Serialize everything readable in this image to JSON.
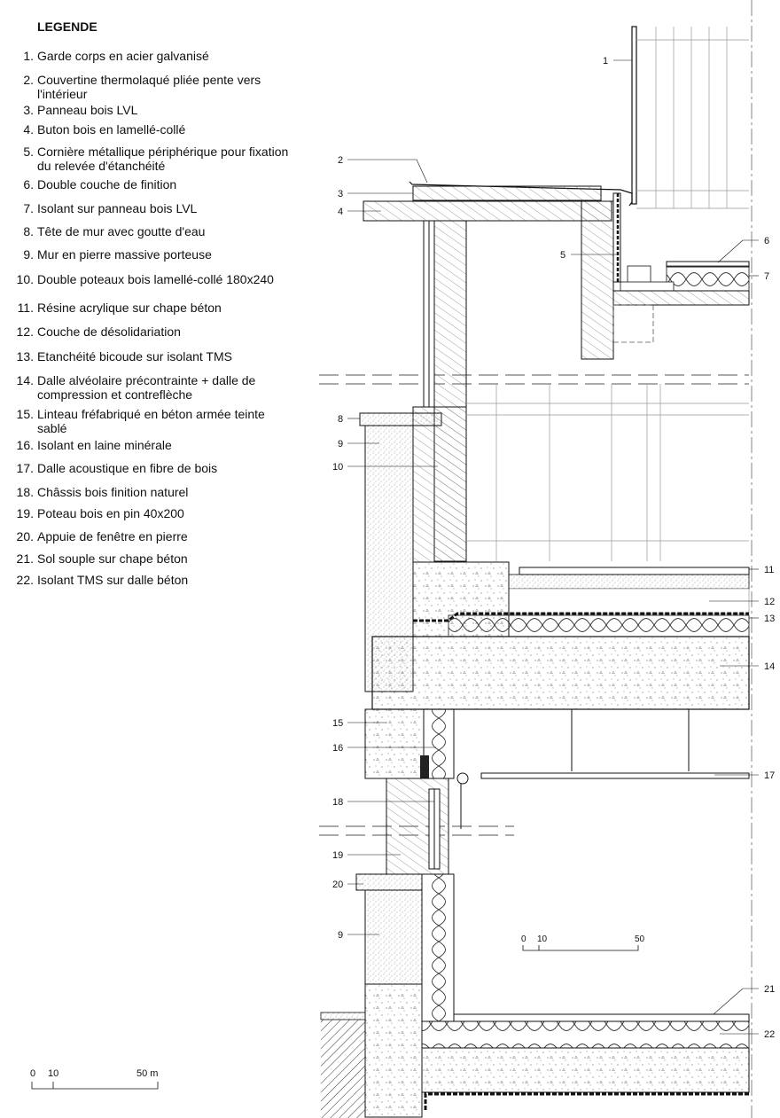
{
  "legend": {
    "title": "LEGENDE",
    "items": [
      {
        "n": "1.",
        "t": "Garde corps en acier galvanisé"
      },
      {
        "n": "2.",
        "t": "Couvertine thermolaqué pliée pente vers l'intérieur"
      },
      {
        "n": "3.",
        "t": "Panneau bois LVL"
      },
      {
        "n": "4.",
        "t": "Buton bois en lamellé-collé"
      },
      {
        "n": "5.",
        "t": "Cornière métallique périphérique pour fixation du relevée d'étanchéité"
      },
      {
        "n": "6.",
        "t": "Double couche de finition"
      },
      {
        "n": "7.",
        "t": "Isolant sur panneau bois LVL"
      },
      {
        "n": "8.",
        "t": "Tête de mur avec goutte d'eau"
      },
      {
        "n": "9.",
        "t": "Mur en pierre massive porteuse"
      },
      {
        "n": "10.",
        "t": "Double poteaux bois lamellé-collé 180x240"
      },
      {
        "n": "11.",
        "t": "Résine acrylique sur chape béton"
      },
      {
        "n": "12.",
        "t": "Couche de désolidariation"
      },
      {
        "n": "13.",
        "t": "Etanchéité bicoude sur isolant TMS"
      },
      {
        "n": "14.",
        "t": "Dalle alvéolaire précontrainte + dalle de compression et contreflèche"
      },
      {
        "n": "15.",
        "t": "Linteau fréfabriqué en béton armée  teinte sablé"
      },
      {
        "n": "16.",
        "t": "Isolant en laine minérale"
      },
      {
        "n": "17.",
        "t": "Dalle acoustique en fibre de bois"
      },
      {
        "n": "18.",
        "t": "Châssis bois finition naturel"
      },
      {
        "n": "19.",
        "t": "Poteau bois en pin 40x200"
      },
      {
        "n": "20.",
        "t": "Appuie de fenêtre en pierre"
      },
      {
        "n": "21.",
        "t": "Sol souple sur chape béton"
      },
      {
        "n": "22.",
        "t": "Isolant TMS sur dalle béton"
      }
    ]
  },
  "callouts": {
    "c1": "1",
    "c2": "2",
    "c3": "3",
    "c4": "4",
    "c5": "5",
    "c6": "6",
    "c7": "7",
    "c8": "8",
    "c9a": "9",
    "c9b": "9",
    "c10": "10",
    "c11": "11",
    "c12": "12",
    "c13": "13",
    "c14": "14",
    "c15": "15",
    "c16": "16",
    "c17": "17",
    "c18": "18",
    "c19": "19",
    "c20": "20",
    "c21": "21",
    "c22": "22"
  },
  "scale_main": {
    "s0": "0",
    "s10": "10",
    "s50": "50 m"
  },
  "scale_inner": {
    "s0": "0",
    "s10": "10",
    "s50": "50"
  },
  "colors": {
    "line": "#111111",
    "hatch": "#555555",
    "insulation": "#333333"
  }
}
